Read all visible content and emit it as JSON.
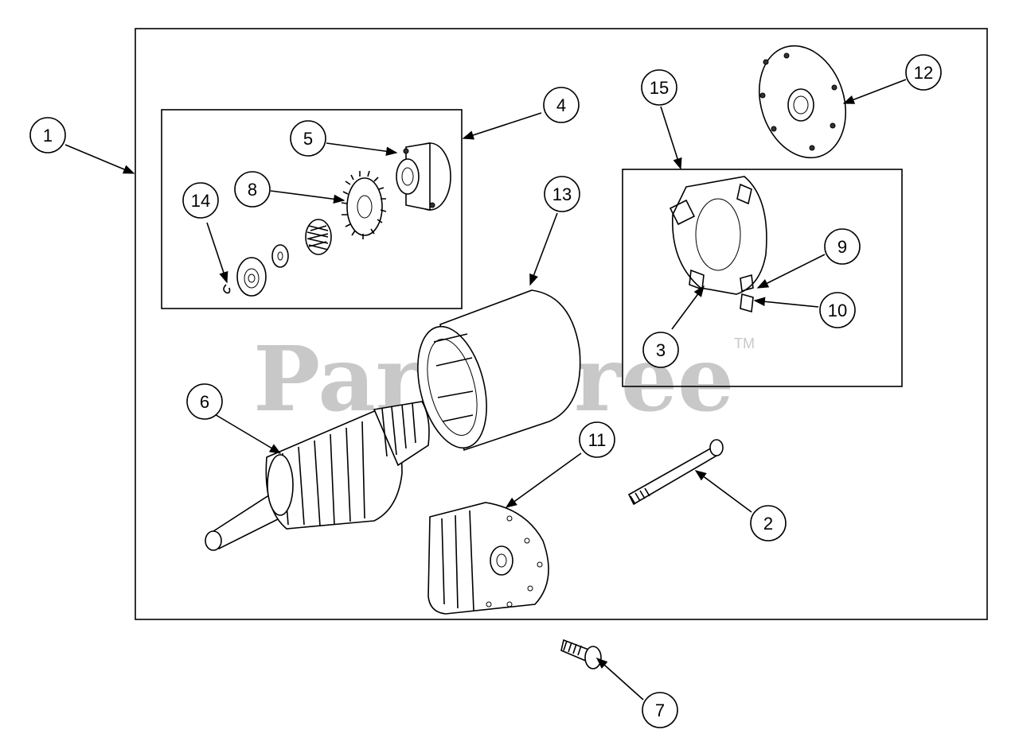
{
  "watermark": {
    "text": "PartsTree",
    "tm": "TM"
  },
  "callouts": [
    {
      "id": "c1",
      "label": "1"
    },
    {
      "id": "c2",
      "label": "2"
    },
    {
      "id": "c3",
      "label": "3"
    },
    {
      "id": "c4",
      "label": "4"
    },
    {
      "id": "c5",
      "label": "5"
    },
    {
      "id": "c6",
      "label": "6"
    },
    {
      "id": "c7",
      "label": "7"
    },
    {
      "id": "c8",
      "label": "8"
    },
    {
      "id": "c9",
      "label": "9"
    },
    {
      "id": "c10",
      "label": "10"
    },
    {
      "id": "c11",
      "label": "11"
    },
    {
      "id": "c12",
      "label": "12"
    },
    {
      "id": "c13",
      "label": "13"
    },
    {
      "id": "c14",
      "label": "14"
    },
    {
      "id": "c15",
      "label": "15"
    }
  ]
}
